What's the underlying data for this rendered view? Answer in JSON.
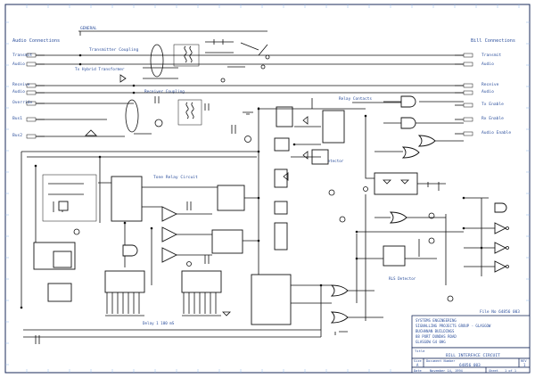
{
  "left_heading": "Audio Connections",
  "right_heading": "Bill Connections",
  "left_ports": [
    "Transmit",
    "Audio",
    "Receive",
    "Audio",
    "Override",
    "Bus1",
    "Bus2"
  ],
  "right_ports": [
    "Transmit",
    "Audio",
    "Receive",
    "Audio",
    "Tx Enable",
    "Rx Enable",
    "Audio Enable"
  ],
  "labels": {
    "general": "GENERAL",
    "tx_coupling": "Transmitter Coupling",
    "tx_hybrid": "Tx Hybrid Transformer",
    "rx_coupling": "Receiver Coupling",
    "tone_circuit": "Tone Relay Circuit",
    "relay_contacts": "Relay Contacts",
    "relay_k1": "RLS Detector",
    "relay_k2": "RLS Detector",
    "delay_note": "Delay 1 100 mS"
  },
  "title_block": {
    "file_label": "File No 64856 003",
    "company_lines": [
      "SYSTEMS ENGINEERING",
      "SIGNALLING PROJECTS GROUP - GLASGOW",
      "BUCHANAN BUILDINGS",
      "88 PORT DUNDAS ROAD",
      "GLASGOW G4 0HG"
    ],
    "title_label": "Title",
    "title": "BILL INTERFACE CIRCUIT",
    "size_label": "Size",
    "size": "A",
    "docnum_label": "Document Number",
    "docnum": "64856 003",
    "rev_label": "REV",
    "rev": "1",
    "date_label": "Date",
    "date": "November 14, 1994",
    "sheet_label": "Sheet",
    "sheet": "1 of 1"
  },
  "colors": {
    "border": "#1a2a5a",
    "grid": "#8fb7e8",
    "text": "#2c4f9c",
    "ink": "#111111"
  }
}
